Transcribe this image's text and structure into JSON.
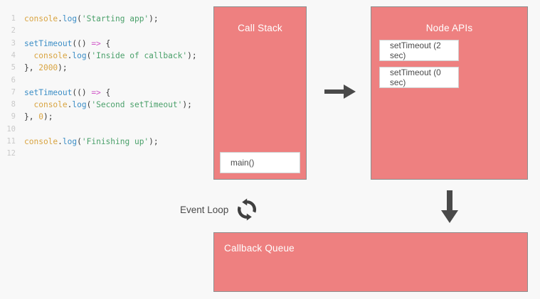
{
  "background_color": "#f8f8f8",
  "accent_color": "#ee8080",
  "code_editor": {
    "name": "javascript-source",
    "gutter_color": "#c9c9c9",
    "syntax_colors": {
      "object": "#d9a441",
      "function": "#3c8ec6",
      "string": "#4aa06a",
      "number": "#d9a441",
      "arrow": "#d159c8",
      "punctuation": "#3b3b3b"
    },
    "lines": [
      {
        "number": "1",
        "tokens": [
          {
            "t": "console",
            "c": "obj"
          },
          {
            "t": ".",
            "c": "punct"
          },
          {
            "t": "log",
            "c": "fn"
          },
          {
            "t": "(",
            "c": "punct"
          },
          {
            "t": "'Starting app'",
            "c": "str"
          },
          {
            "t": ");",
            "c": "punct"
          }
        ]
      },
      {
        "number": "2",
        "tokens": []
      },
      {
        "number": "3",
        "tokens": [
          {
            "t": "setTimeout",
            "c": "fn"
          },
          {
            "t": "(() ",
            "c": "punct"
          },
          {
            "t": "=>",
            "c": "arrow"
          },
          {
            "t": " {",
            "c": "punct"
          }
        ]
      },
      {
        "number": "4",
        "tokens": [
          {
            "t": "  ",
            "c": "plain"
          },
          {
            "t": "console",
            "c": "obj"
          },
          {
            "t": ".",
            "c": "punct"
          },
          {
            "t": "log",
            "c": "fn"
          },
          {
            "t": "(",
            "c": "punct"
          },
          {
            "t": "'Inside of callback'",
            "c": "str"
          },
          {
            "t": ");",
            "c": "punct"
          }
        ]
      },
      {
        "number": "5",
        "tokens": [
          {
            "t": "}, ",
            "c": "punct"
          },
          {
            "t": "2000",
            "c": "num"
          },
          {
            "t": ");",
            "c": "punct"
          }
        ]
      },
      {
        "number": "6",
        "tokens": []
      },
      {
        "number": "7",
        "tokens": [
          {
            "t": "setTimeout",
            "c": "fn"
          },
          {
            "t": "(() ",
            "c": "punct"
          },
          {
            "t": "=>",
            "c": "arrow"
          },
          {
            "t": " {",
            "c": "punct"
          }
        ]
      },
      {
        "number": "8",
        "tokens": [
          {
            "t": "  ",
            "c": "plain"
          },
          {
            "t": "console",
            "c": "obj"
          },
          {
            "t": ".",
            "c": "punct"
          },
          {
            "t": "log",
            "c": "fn"
          },
          {
            "t": "(",
            "c": "punct"
          },
          {
            "t": "'Second setTimeout'",
            "c": "str"
          },
          {
            "t": ");",
            "c": "punct"
          }
        ]
      },
      {
        "number": "9",
        "tokens": [
          {
            "t": "}, ",
            "c": "punct"
          },
          {
            "t": "0",
            "c": "num"
          },
          {
            "t": ");",
            "c": "punct"
          }
        ]
      },
      {
        "number": "10",
        "tokens": []
      },
      {
        "number": "11",
        "tokens": [
          {
            "t": "console",
            "c": "obj"
          },
          {
            "t": ".",
            "c": "punct"
          },
          {
            "t": "log",
            "c": "fn"
          },
          {
            "t": "(",
            "c": "punct"
          },
          {
            "t": "'Finishing up'",
            "c": "str"
          },
          {
            "t": ");",
            "c": "punct"
          }
        ]
      },
      {
        "number": "12",
        "tokens": []
      }
    ]
  },
  "diagram": {
    "call_stack": {
      "title": "Call Stack",
      "frames": [
        "main()"
      ]
    },
    "node_apis": {
      "title": "Node APIs",
      "items": [
        "setTimeout (2 sec)",
        "setTimeout (0 sec)"
      ]
    },
    "callback_queue": {
      "title": "Callback Queue",
      "items": []
    },
    "event_loop": {
      "label": "Event Loop",
      "icon": "sync-circular-arrows-icon"
    },
    "arrows": [
      {
        "name": "arrow-right-callstack-to-nodeapis",
        "icon": "arrow-right-icon"
      },
      {
        "name": "arrow-down-nodeapis-to-callbackqueue",
        "icon": "arrow-down-icon"
      }
    ]
  }
}
